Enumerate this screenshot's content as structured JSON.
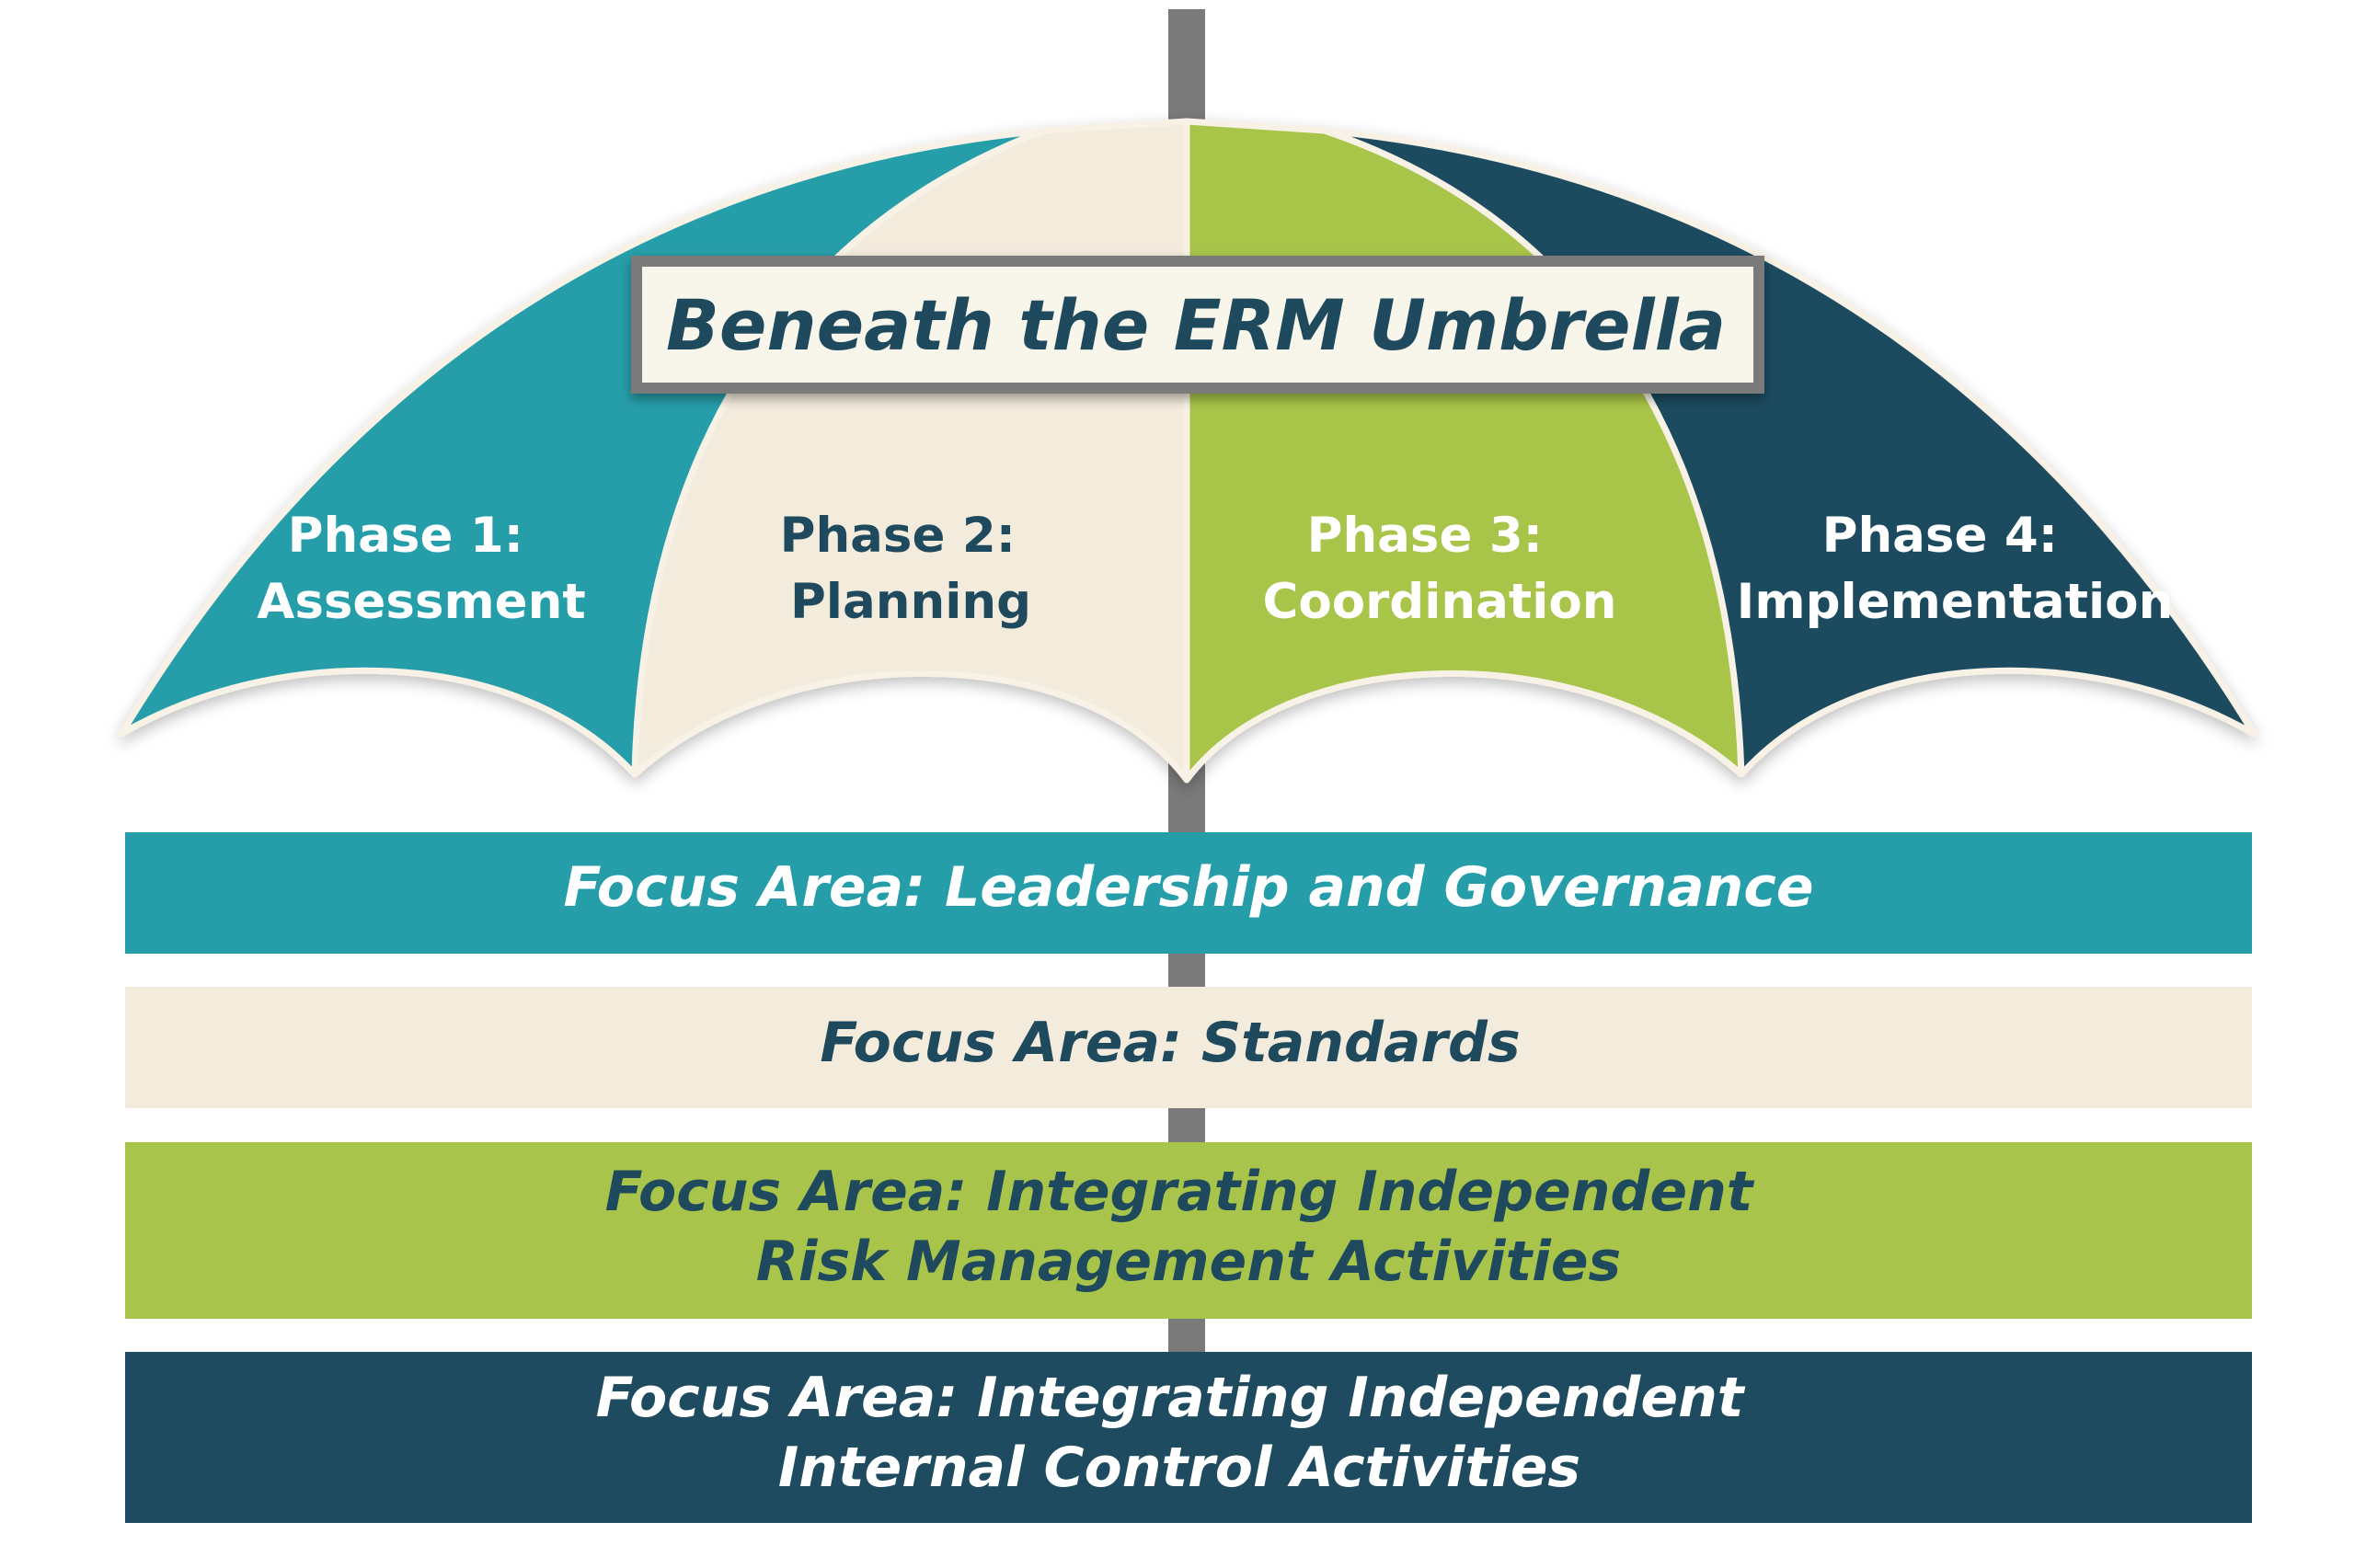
{
  "title": "Beneath the ERM Umbrella",
  "colors": {
    "teal": "#259ea9",
    "cream": "#f3ebdc",
    "green": "#a8c44a",
    "navy": "#1e4b5f",
    "pole": "#7a7a7a",
    "title_text": "#1f4a5e"
  },
  "phases": [
    {
      "line1": "Phase 1:",
      "line2": "Assessment",
      "color": "#259ea9",
      "text_color": "#ffffff"
    },
    {
      "line1": "Phase 2:",
      "line2": "Planning",
      "color": "#f3ebdc",
      "text_color": "#1f4a5e"
    },
    {
      "line1": "Phase 3:",
      "line2": "Coordination",
      "color": "#a8c44a",
      "text_color": "#ffffff"
    },
    {
      "line1": "Phase 4:",
      "line2": "Implementation",
      "color": "#1e4b5f",
      "text_color": "#ffffff"
    }
  ],
  "focus_areas": [
    {
      "lines": [
        "Focus Area: Leadership and Governance"
      ],
      "color": "#259ea9",
      "text_color": "#ffffff"
    },
    {
      "lines": [
        "Focus Area: Standards"
      ],
      "color": "#f3ebdc",
      "text_color": "#1f4a5e"
    },
    {
      "lines": [
        "Focus Area: Integrating Independent",
        "Risk Management Activities"
      ],
      "color": "#a8c44a",
      "text_color": "#1f4a5e"
    },
    {
      "lines": [
        "Focus Area: Integrating Independent",
        "Internal Control Activities"
      ],
      "color": "#1e4b5f",
      "text_color": "#ffffff"
    }
  ]
}
